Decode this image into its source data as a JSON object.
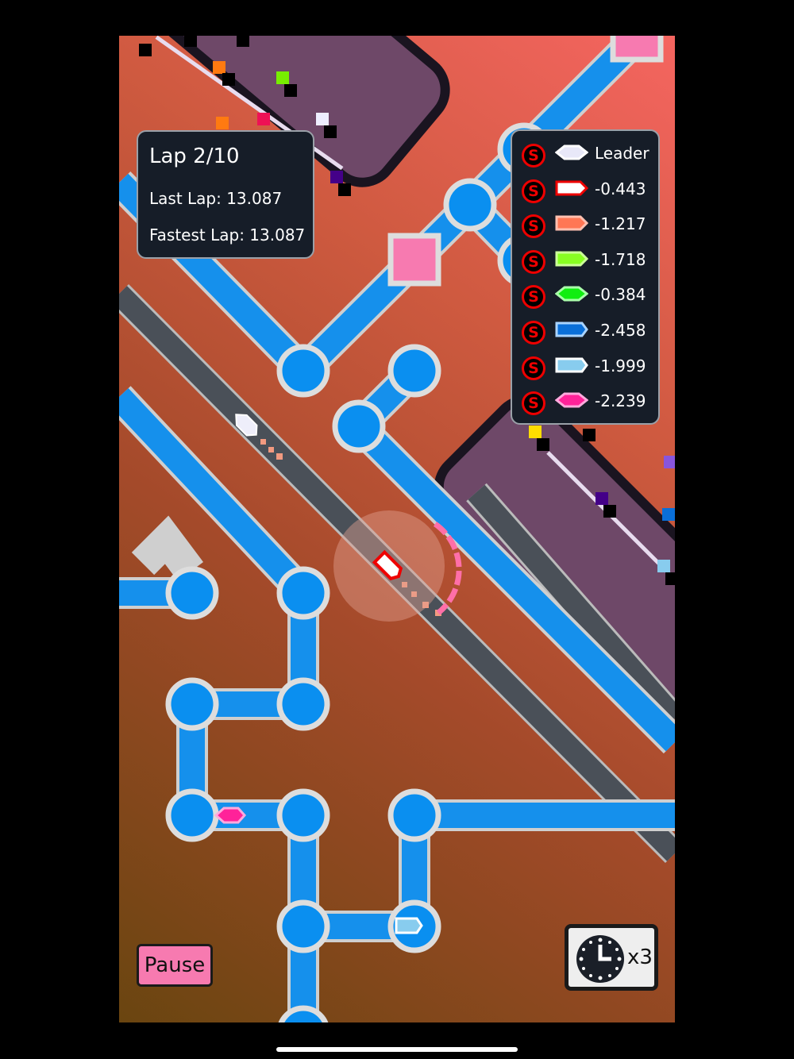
{
  "lap_panel": {
    "lap": "Lap 2/10",
    "last_lap": "Last Lap: 13.087",
    "fastest_lap": "Fastest Lap: 13.087"
  },
  "leaderboard": [
    {
      "badge": "S",
      "car_color": "#e8e8f8",
      "outline": "#ffffff",
      "gap": "Leader"
    },
    {
      "badge": "S",
      "car_color": "#ffffff",
      "outline": "#ee0000",
      "gap": "-0.443"
    },
    {
      "badge": "S",
      "car_color": "#ff7755",
      "outline": "#ffc0b0",
      "gap": "-1.217"
    },
    {
      "badge": "S",
      "car_color": "#88ff22",
      "outline": "#ccff99",
      "gap": "-1.718"
    },
    {
      "badge": "S",
      "car_color": "#11ee11",
      "outline": "#aaffaa",
      "gap": "-0.384"
    },
    {
      "badge": "S",
      "car_color": "#0a6fd8",
      "outline": "#aad4ff",
      "gap": "-2.458"
    },
    {
      "badge": "S",
      "car_color": "#88ccee",
      "outline": "#ffffff",
      "gap": "-1.999"
    },
    {
      "badge": "S",
      "car_color": "#ff2299",
      "outline": "#ffaadd",
      "gap": "-2.239"
    }
  ],
  "controls": {
    "pause_label": "Pause",
    "speed_label": "x3",
    "speed_icon": "clock-icon"
  },
  "colors": {
    "track": "#1590ec",
    "road": "#4a5058",
    "pit": "#6e4868",
    "pink_block": "#f77ab0"
  }
}
